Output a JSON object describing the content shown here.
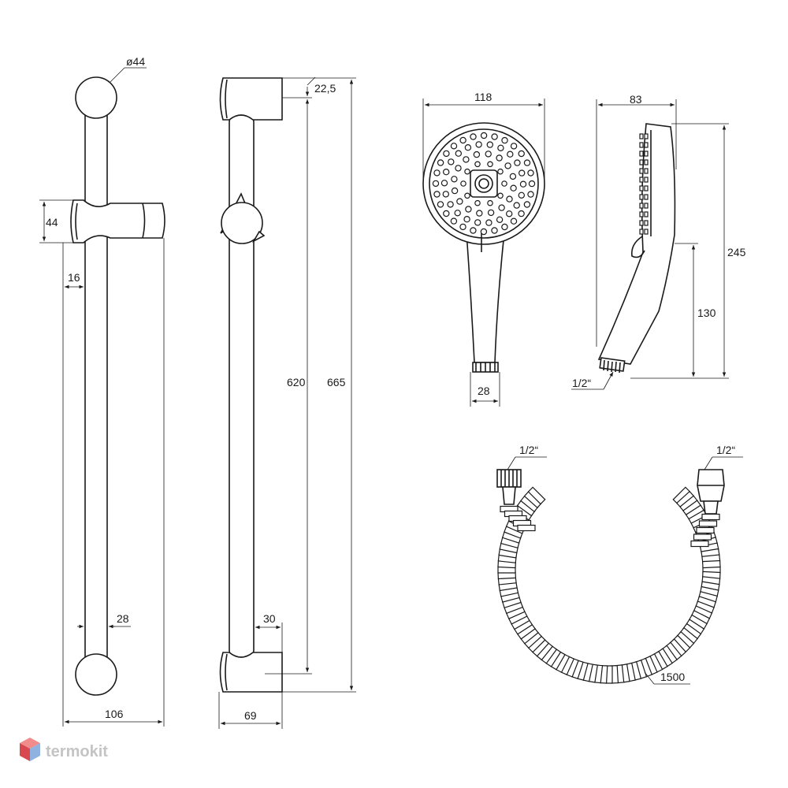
{
  "rail_front": {
    "bracket_diameter": "ø44",
    "slider_height": "44",
    "slider_offset": "16",
    "tube_width": "28",
    "overall_width": "106"
  },
  "rail_side": {
    "cap_offset": "22,5",
    "inner_length": "620",
    "overall_length": "665",
    "wall_offset": "30",
    "depth": "69"
  },
  "handshower_front": {
    "head_diameter": "118",
    "connector_width": "28"
  },
  "handshower_side": {
    "depth": "83",
    "total_length": "245",
    "handle_length": "130",
    "thread": "1/2“"
  },
  "hose": {
    "thread_left": "1/2“",
    "thread_right": "1/2“",
    "length": "1500"
  },
  "watermark": {
    "brand": "termokit",
    "colors": {
      "top": "#f08c8c",
      "left": "#d9474f",
      "right": "#8fb2e0"
    }
  }
}
